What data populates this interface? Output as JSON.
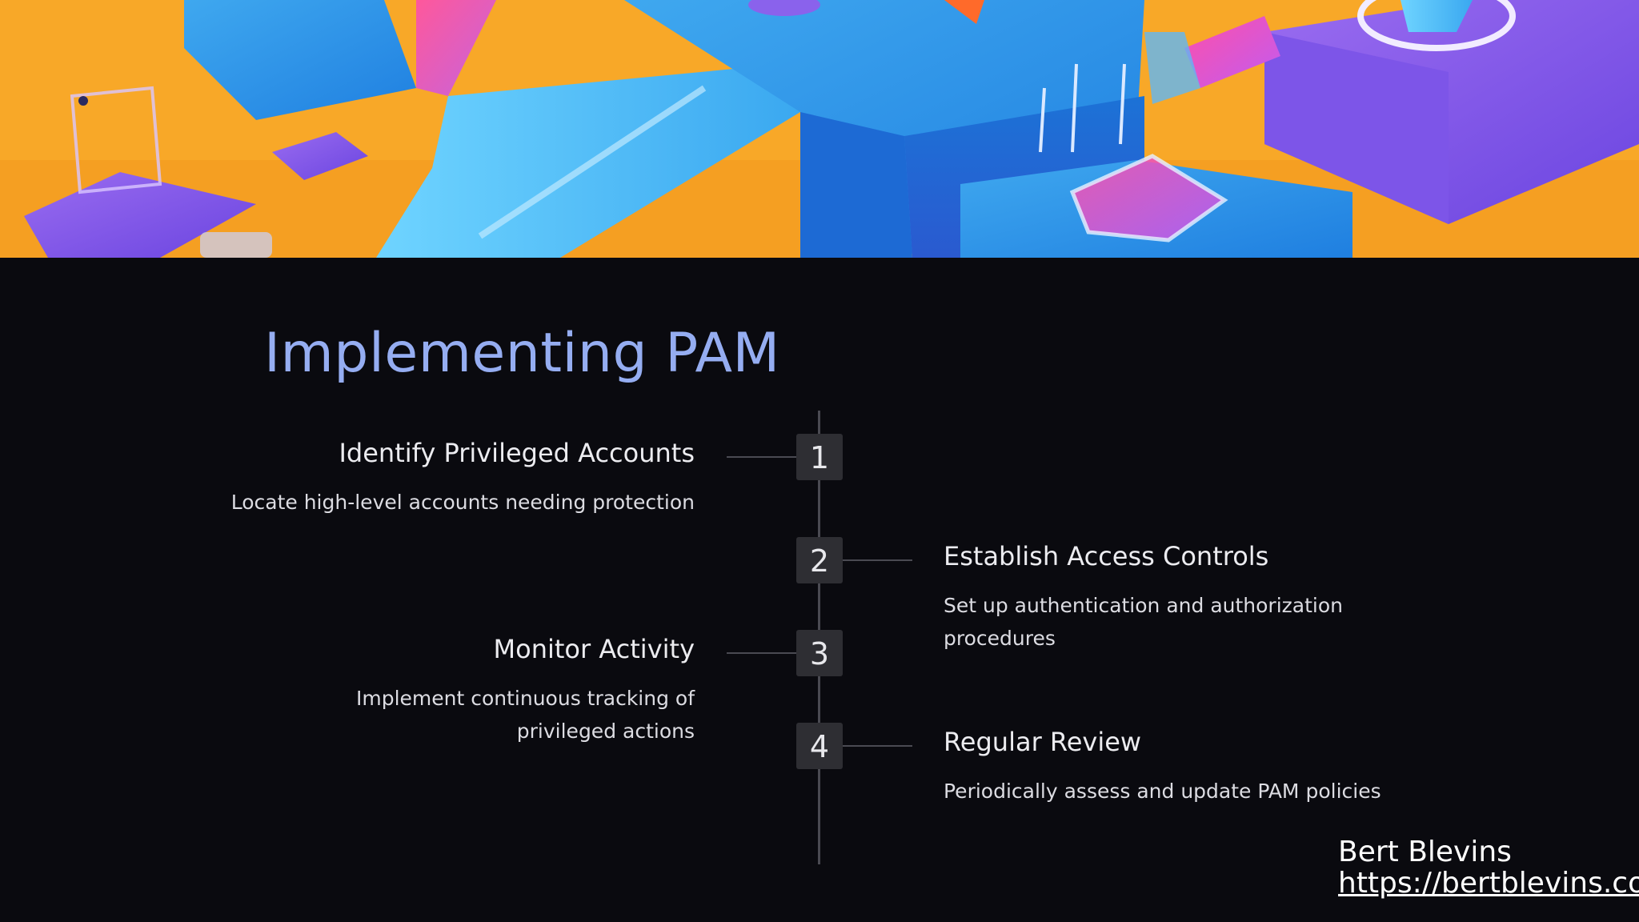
{
  "slide": {
    "title": "Implementing PAM",
    "hero_image": "isometric-3d-blocks-illustration",
    "colors": {
      "background": "#0a0a0f",
      "title": "#95adf1",
      "step_box": "#2e2e33",
      "timeline": "#4a4a52"
    }
  },
  "steps": [
    {
      "number": "1",
      "heading": "Identify Privileged Accounts",
      "description": "Locate high-level accounts needing protection",
      "side": "left"
    },
    {
      "number": "2",
      "heading": "Establish Access Controls",
      "description": "Set up authentication and authorization procedures",
      "side": "right"
    },
    {
      "number": "3",
      "heading": "Monitor Activity",
      "description": "Implement continuous tracking of privileged actions",
      "side": "left"
    },
    {
      "number": "4",
      "heading": "Regular Review",
      "description": "Periodically assess and update PAM policies",
      "side": "right"
    }
  ],
  "footer": {
    "author": "Bert Blevins",
    "link": "https://bertblevins.com"
  }
}
